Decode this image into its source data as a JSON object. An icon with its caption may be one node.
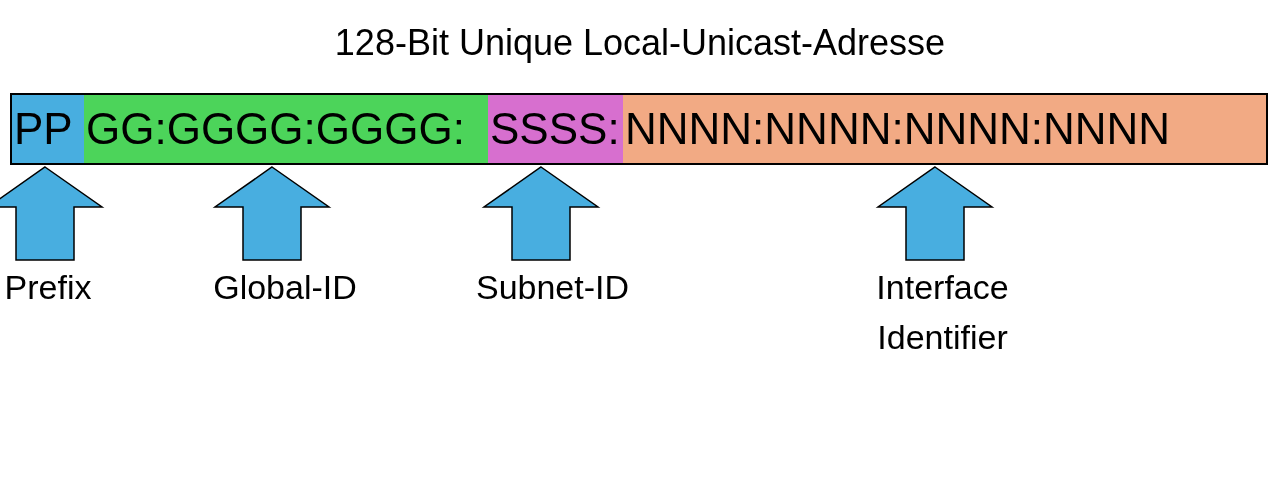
{
  "diagram": {
    "title": "128-Bit Unique Local-Unicast-Adresse",
    "nodes": [
      {
        "text": [
          "PP"
        ]
      },
      {
        "text": [
          "GG:GGGG:GGGG:"
        ]
      },
      {
        "text": [
          "SSSS:"
        ]
      },
      {
        "text": [
          "NNNN:NNNN:NNNN:NNNN"
        ]
      },
      {
        "text": [
          "Prefix"
        ]
      },
      {
        "text": [
          "Global-ID"
        ]
      },
      {
        "text": [
          "Subnet-ID"
        ]
      },
      {
        "text": [
          "Interface Identifier"
        ]
      }
    ],
    "edges": [
      {
        "from": 4,
        "to": 0,
        "arrow": "to"
      },
      {
        "from": 5,
        "to": 1,
        "arrow": "to"
      },
      {
        "from": 6,
        "to": 2,
        "arrow": "to"
      },
      {
        "from": 7,
        "to": 3,
        "arrow": "to"
      }
    ]
  }
}
